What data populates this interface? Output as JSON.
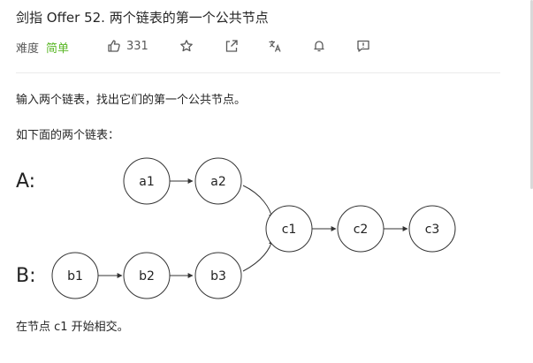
{
  "problem": {
    "title": "剑指 Offer 52. 两个链表的第一个公共节点",
    "difficulty_label": "难度",
    "difficulty": "简单",
    "likes": "331",
    "difficulty_color": "#5ab726"
  },
  "toolbar": {
    "icons": [
      "thumb-up-icon",
      "star-icon",
      "share-icon",
      "translate-icon",
      "bell-icon",
      "feedback-icon"
    ]
  },
  "description": {
    "intro": "输入两个链表，找出它们的第一个公共节点。",
    "example_intro": "如下面的两个链表：",
    "result": "在节点 c1 开始相交。"
  },
  "diagram": {
    "list_a_label": "A:",
    "list_b_label": "B:",
    "list_a_nodes": [
      "a1",
      "a2"
    ],
    "list_b_nodes": [
      "b1",
      "b2",
      "b3"
    ],
    "common_nodes": [
      "c1",
      "c2",
      "c3"
    ]
  }
}
